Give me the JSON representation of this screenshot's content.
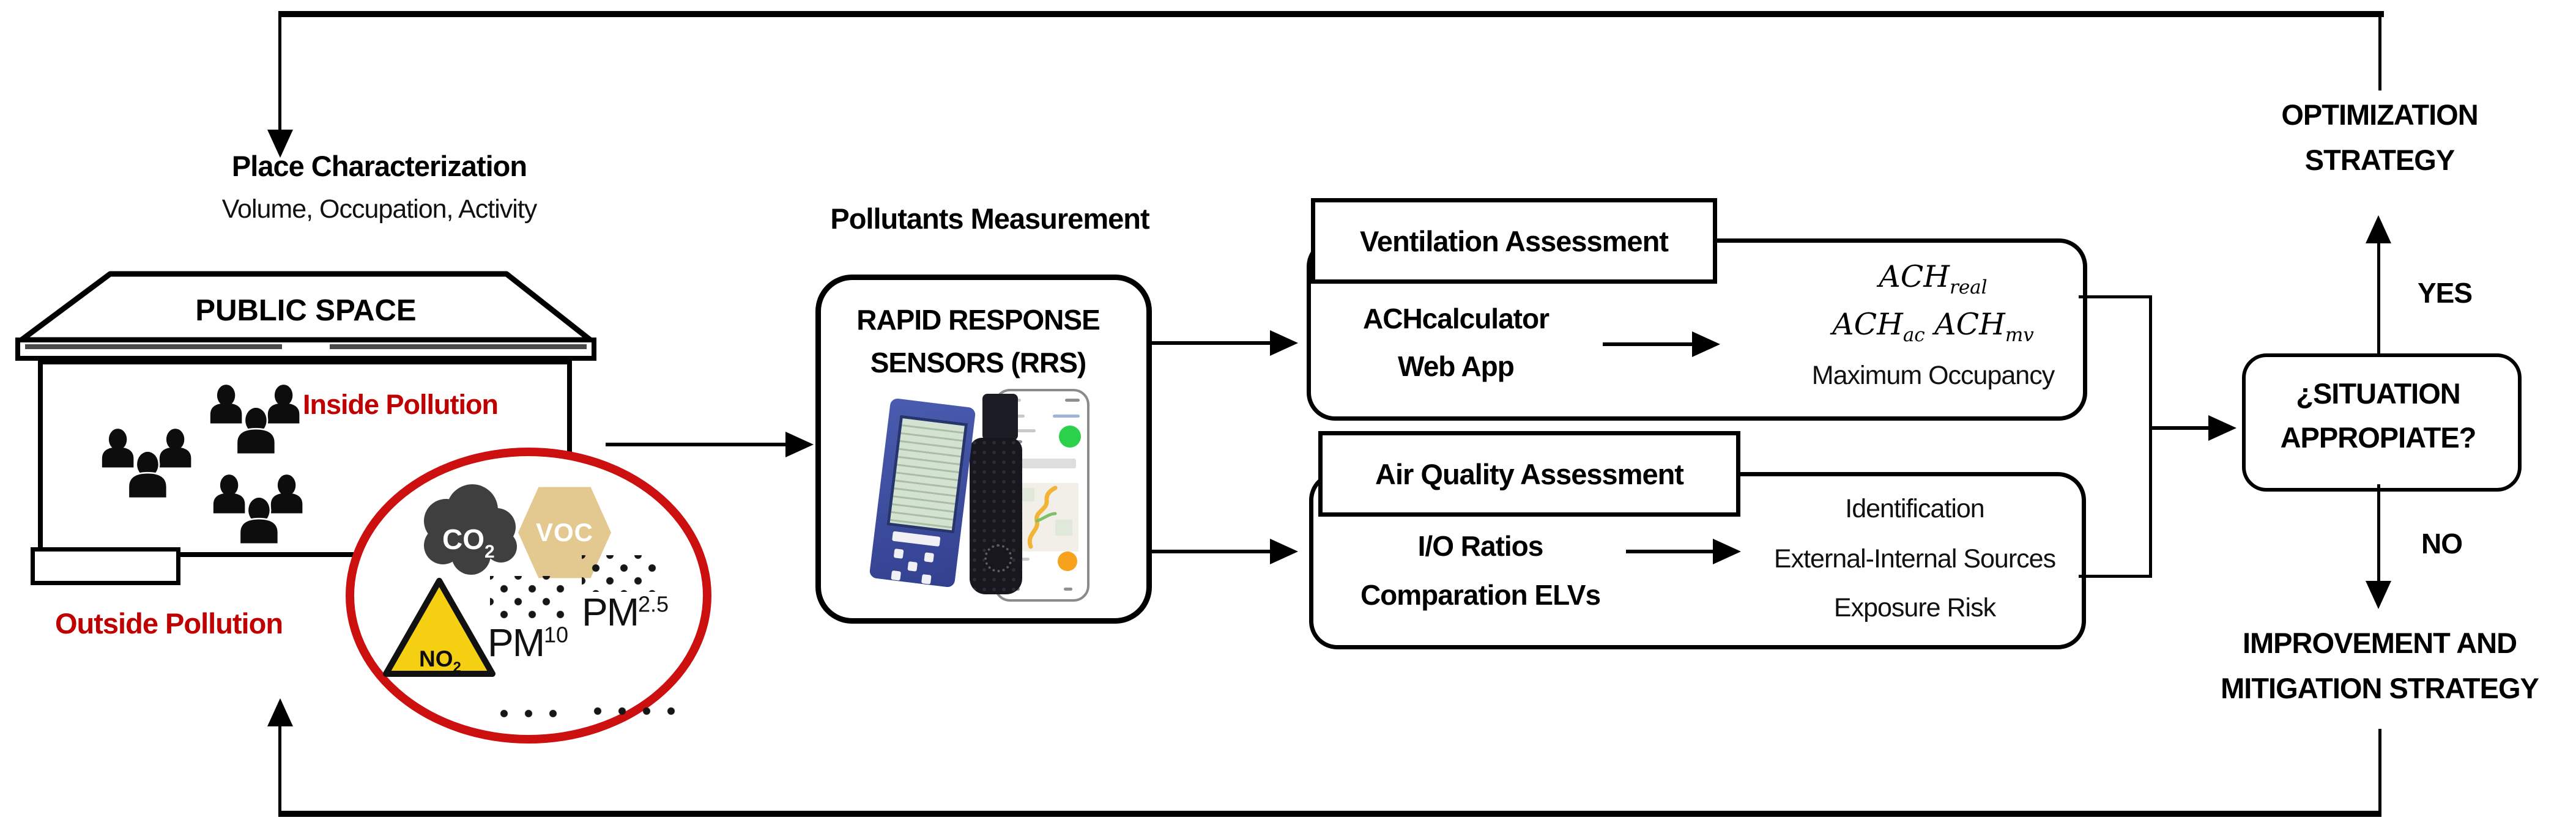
{
  "colors": {
    "accent_red": "#c00000",
    "oval_red": "#cc0f0f",
    "voc_tan": "#e3c98f",
    "no2_yellow": "#f4cf12",
    "co2_cloud_gray": "#3f3f3f",
    "line_black": "#000000"
  },
  "place": {
    "title": "Place Characterization",
    "subtitle": "Volume, Occupation, Activity"
  },
  "building": {
    "title": "PUBLIC SPACE",
    "inside_label": "Inside Pollution",
    "outside_label": "Outside Pollution"
  },
  "pollutants": {
    "co2": {
      "base": "CO",
      "sub": "2"
    },
    "voc": "VOC",
    "no2": {
      "base": "NO",
      "sub": "2"
    },
    "pm10": {
      "base": "PM",
      "sup": "10"
    },
    "pm25": {
      "base": "PM",
      "sup": "2.5"
    }
  },
  "measurement": {
    "heading": "Pollutants Measurement",
    "box_line1": "RAPID RESPONSE",
    "box_line2": "SENSORS (RRS)"
  },
  "ventilation": {
    "label": "Ventilation Assessment",
    "tool_line1": "ACHcalculator",
    "tool_line2": "Web App",
    "out_ach_real": {
      "base": "ACH",
      "sub": "real"
    },
    "out_ach_ac": {
      "base": "ACH",
      "sub": "ac"
    },
    "out_ach_mv": {
      "base": "ACH",
      "sub": "mv"
    },
    "out_line3": "Maximum  Occupancy"
  },
  "air_quality": {
    "label": "Air Quality Assessment",
    "tool_line1": "I/O Ratios",
    "tool_line2": "Comparation ELVs",
    "outputs": [
      "Identification",
      "External-Internal Sources",
      "Exposure Risk"
    ]
  },
  "decision": {
    "line1": "¿SITUATION",
    "line2": "APPROPIATE?"
  },
  "feedback": {
    "yes": "YES",
    "no": "NO"
  },
  "optimization": {
    "line1": "OPTIMIZATION",
    "line2": "STRATEGY"
  },
  "improvement": {
    "line1": "IMPROVEMENT AND",
    "line2": "MITIGATION STRATEGY"
  }
}
